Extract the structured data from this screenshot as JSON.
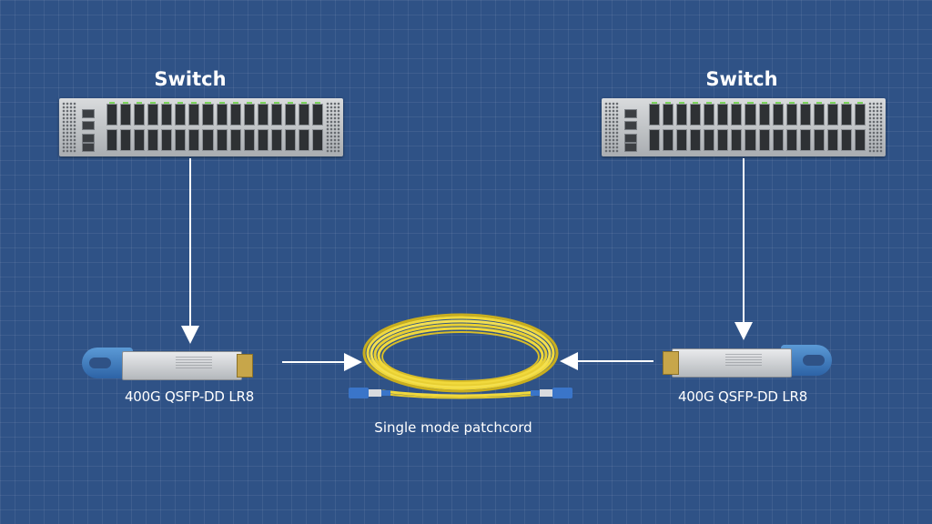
{
  "switch_left": {
    "title": "Switch"
  },
  "switch_right": {
    "title": "Switch"
  },
  "module_left": {
    "caption": "400G QSFP-DD LR8"
  },
  "module_right": {
    "caption": "400G QSFP-DD LR8"
  },
  "patchcord": {
    "caption": "Single mode patchcord"
  },
  "colors": {
    "background": "#2f5286",
    "cable": "#f1d93c",
    "connector": "#3a75c9",
    "arrow": "#ffffff",
    "port_led": "#7bd45a"
  },
  "icons": [
    "network-switch",
    "qsfp-dd-transceiver",
    "fiber-patchcord",
    "arrow"
  ]
}
